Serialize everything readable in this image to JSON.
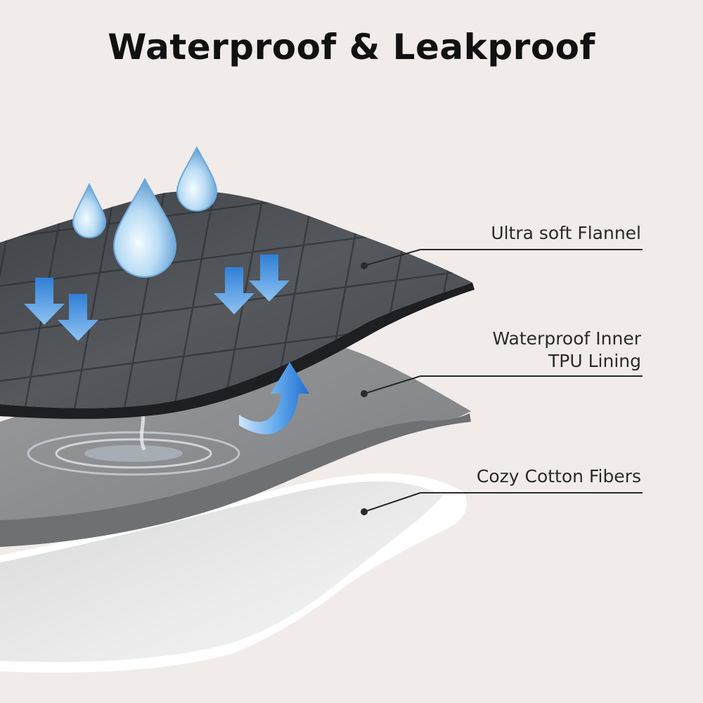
{
  "title": "Waterproof & Leakproof",
  "layers": [
    {
      "line1": "Ultra soft Flannel",
      "line2": ""
    },
    {
      "line1": "Waterproof Inner",
      "line2": "TPU Lining"
    },
    {
      "line1": "Cozy Cotton Fibers",
      "line2": ""
    }
  ],
  "colors": {
    "background": "#f1ece9",
    "flannel": "#4a4d52",
    "tpu": "#8a8b8d",
    "cotton": "#e4e4e4",
    "water": "#7fb6e6",
    "arrow": "#2f7fd6"
  }
}
